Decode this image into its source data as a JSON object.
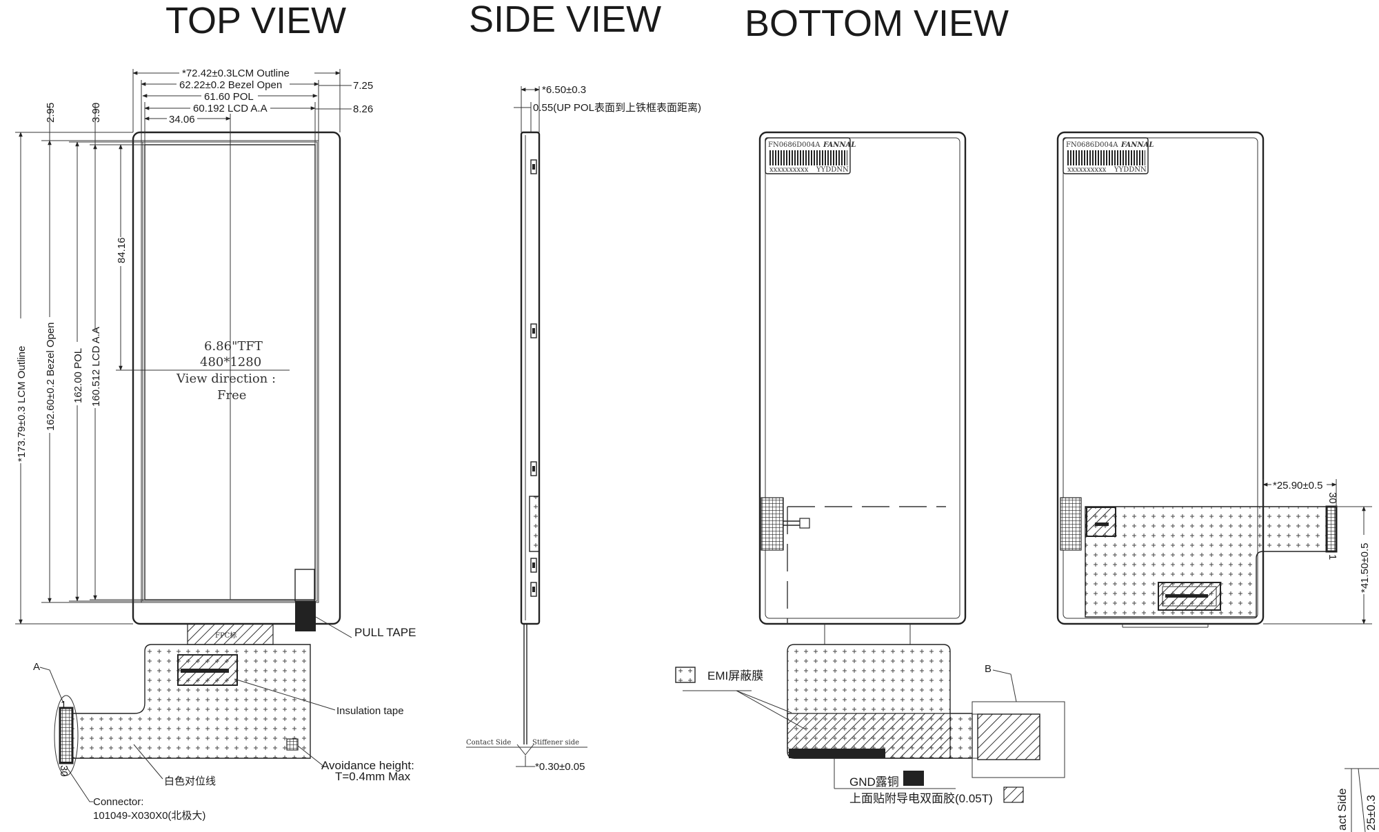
{
  "headers": {
    "top": "TOP VIEW",
    "side": "SIDE VIEW",
    "bottom": "BOTTOM VIEW"
  },
  "top_view": {
    "dim_lcm_outline_w": "*72.42±0.3LCM Outline",
    "dim_bezel_open_w": "62.22±0.2 Bezel Open",
    "dim_pol_w": "61.60  POL",
    "dim_lcd_aa_w": "60.192 LCD A.A",
    "dim_center_x": "34.06",
    "dim_right_1": "7.25",
    "dim_right_2": "8.26",
    "dim_top_1": "2.95",
    "dim_top_2": "3.90",
    "dim_center_y": "84.16",
    "dim_lcm_outline_h": "*173.79±0.3 LCM Outline",
    "dim_bezel_open_h": "162.60±0.2 Bezel Open",
    "dim_pol_h": "162.00  POL",
    "dim_lcd_aa_h": "160.512 LCD A.A",
    "center_text": [
      "6.86\"TFT",
      "480*1280",
      "View direction :",
      "Free"
    ],
    "pull_tape": "PULL TAPE",
    "insulation_tape": "Insulation tape",
    "avoidance_1": "Avoidance height:",
    "avoidance_2": "T=0.4mm Max",
    "white_line": "白色对位线",
    "connector_1": "Connector:",
    "connector_2": "101049-X030X0(北极大)",
    "ref_a": "A",
    "pin_1": "1",
    "pin_30": "30",
    "fpc_mark": "FPC标"
  },
  "side_view": {
    "dim_thickness": "*6.50±0.3",
    "dim_pol_gap": "0.55(UP POL表面到上铁框表面距离)",
    "contact_side": "Contact Side",
    "stiffener_side": "Stiffener side",
    "dim_fpc": "*0.30±0.05"
  },
  "bottom_view": {
    "label_code": "FN0686D004A",
    "label_brand": "FANNAL",
    "label_serial": "xxxxxxxxxx",
    "label_date": "YYDDNN",
    "dim_fpc_offset": "*25.90±0.5",
    "dim_fpc_height": "*41.50±0.5",
    "pin_30": "30",
    "pin_1": "1",
    "emi_label": "EMI屏蔽膜",
    "ref_b": "B",
    "gnd_label": "GND露铜",
    "tape_label": "上面贴附导电双面胶(0.05T)"
  },
  "corner_fragment": {
    "text_1": "act Side",
    "text_2": "25±0.3"
  }
}
